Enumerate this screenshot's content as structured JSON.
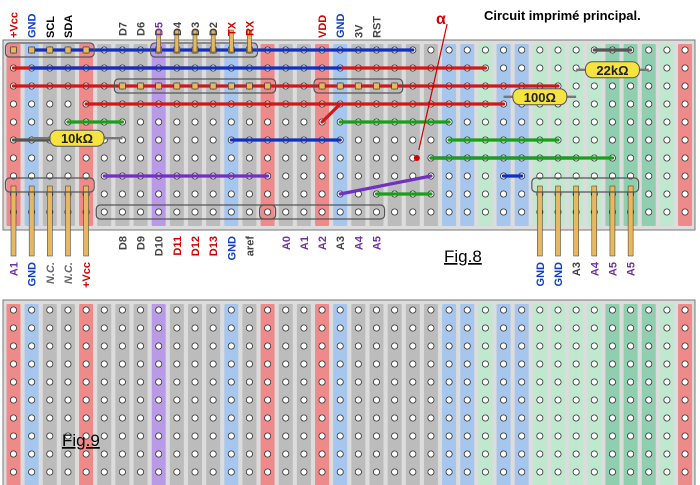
{
  "title": "Circuit imprimé principal.",
  "fig8_label": "Fig.8",
  "fig9_label": "Fig.9",
  "alpha_label": "α",
  "top_left_pins": [
    {
      "text": "+Vcc",
      "color": "#d00000"
    },
    {
      "text": "GND",
      "color": "#1040c0"
    },
    {
      "text": "SCL",
      "color": "#000000"
    },
    {
      "text": "SDA",
      "color": "#000000"
    }
  ],
  "top_mid_pins": [
    {
      "text": "D7",
      "color": "#444444"
    },
    {
      "text": "D6",
      "color": "#444444"
    },
    {
      "text": "D5",
      "color": "#7030a0"
    },
    {
      "text": "D4",
      "color": "#444444"
    },
    {
      "text": "D3",
      "color": "#444444"
    },
    {
      "text": "D2",
      "color": "#444444"
    },
    {
      "text": "TX",
      "color": "#d00000"
    },
    {
      "text": "RX",
      "color": "#d00000"
    }
  ],
  "top_right_pins": [
    {
      "text": "VDD",
      "color": "#d00000"
    },
    {
      "text": "GND",
      "color": "#1040c0"
    },
    {
      "text": "3V",
      "color": "#444444"
    },
    {
      "text": "RST",
      "color": "#444444"
    }
  ],
  "bottom_left_pins": [
    {
      "text": "A1",
      "color": "#7030a0"
    },
    {
      "text": "GND",
      "color": "#1040c0"
    },
    {
      "text": "N.C.",
      "color": "#666666",
      "italic": true
    },
    {
      "text": "N.C.",
      "color": "#666666",
      "italic": true
    },
    {
      "text": "+Vcc",
      "color": "#d00000"
    }
  ],
  "bottom_mid_pins": [
    {
      "text": "D8",
      "color": "#444444"
    },
    {
      "text": "D9",
      "color": "#444444"
    },
    {
      "text": "D10",
      "color": "#444444"
    },
    {
      "text": "D11",
      "color": "#d00000"
    },
    {
      "text": "D12",
      "color": "#d00000"
    },
    {
      "text": "D13",
      "color": "#d00000"
    },
    {
      "text": "GND",
      "color": "#1040c0"
    },
    {
      "text": "aref",
      "color": "#444444"
    },
    {
      "text": "A0",
      "color": "#7030a0"
    },
    {
      "text": "A1",
      "color": "#7030a0"
    },
    {
      "text": "A2",
      "color": "#7030a0"
    },
    {
      "text": "A3",
      "color": "#444444"
    },
    {
      "text": "A4",
      "color": "#7030a0"
    },
    {
      "text": "A5",
      "color": "#7030a0"
    }
  ],
  "bottom_right_pins": [
    {
      "text": "GND",
      "color": "#1040c0"
    },
    {
      "text": "GND",
      "color": "#1040c0"
    },
    {
      "text": "A3",
      "color": "#444444"
    },
    {
      "text": "A4",
      "color": "#7030a0"
    },
    {
      "text": "A5",
      "color": "#7030a0"
    },
    {
      "text": "A5",
      "color": "#7030a0"
    }
  ],
  "resistors": [
    {
      "text": "10kΩ"
    },
    {
      "text": "100Ω"
    },
    {
      "text": "22kΩ"
    }
  ],
  "colors": {
    "board": "#dcdcdc",
    "strip_gray": "#bcbcbc",
    "strip_red": "#ee8a8a",
    "strip_blue": "#a6c6ee",
    "strip_purple": "#b89ae6",
    "strip_green": "#bfe8cf",
    "strip_teal": "#8fcfb0",
    "strip_cream": "#fff5dc",
    "wire_red": "#d01818",
    "wire_blue": "#1030c0",
    "wire_green": "#18a018",
    "wire_purple": "#7030c0",
    "resistor": "#f6e240",
    "pin": "#e8b860"
  }
}
